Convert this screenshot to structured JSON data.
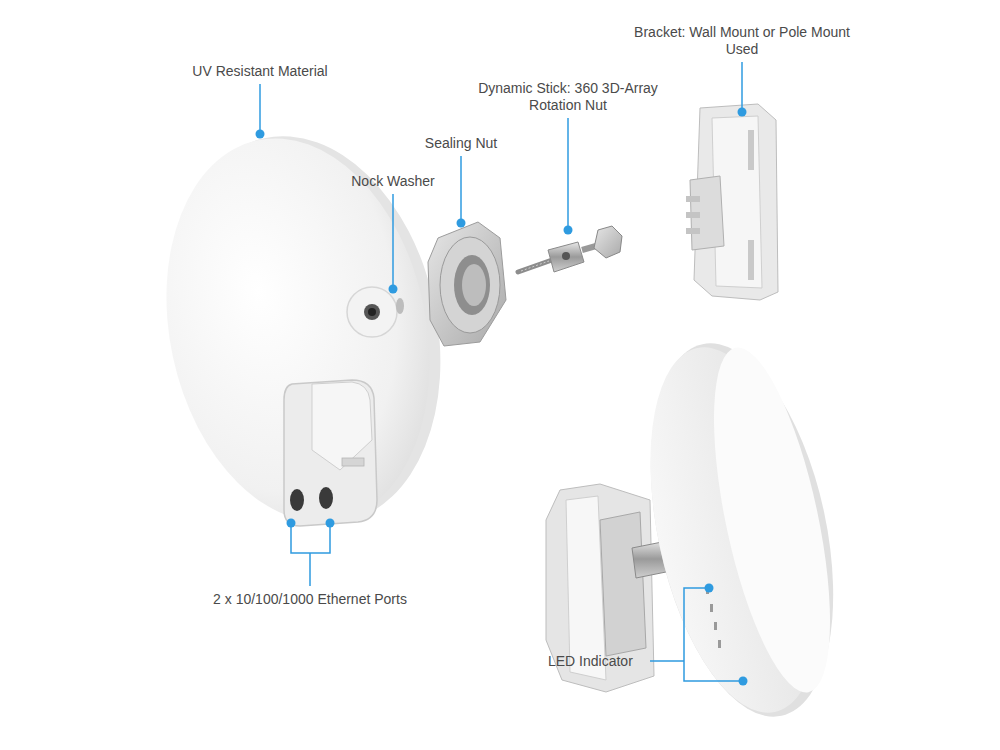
{
  "diagram": {
    "labels": [
      "UV Resistant Material",
      "Nock Washer",
      "Sealing Nut",
      "Dynamic Stick: 360 3D-Array Rotation Nut",
      "Bracket: Wall Mount or Pole Mount Used",
      "2 x 10/100/1000 Ethernet Ports",
      "LED Indicator"
    ]
  }
}
